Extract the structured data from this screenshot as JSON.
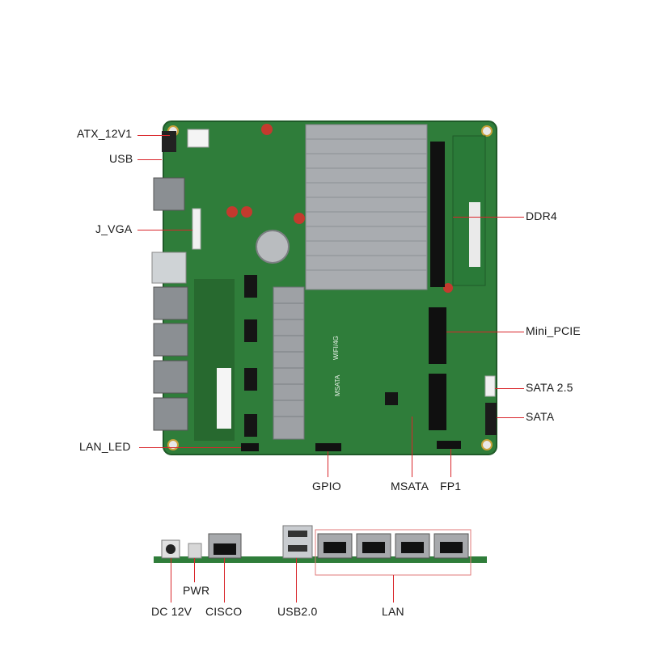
{
  "top_view": {
    "labels_left": {
      "atx_12v1": "ATX_12V1",
      "usb": "USB",
      "j_vga": "J_VGA",
      "lan_led": "LAN_LED"
    },
    "labels_right": {
      "ddr4": "DDR4",
      "mini_pcie": "Mini_PCIE",
      "sata_25": "SATA 2.5",
      "sata": "SATA"
    },
    "labels_bottom": {
      "gpio": "GPIO",
      "msata": "MSATA",
      "fp1": "FP1"
    },
    "board_silkscreen": {
      "wifi": "WIFI/4G",
      "msata_silk": "MSATA"
    }
  },
  "side_view": {
    "labels": {
      "pwr": "PWR",
      "dc_12v": "DC 12V",
      "cisco": "CISCO",
      "usb20": "USB2.0",
      "lan": "LAN"
    }
  },
  "colors": {
    "pcb": "#2f7d3a",
    "pcb_dark": "#1f5a28",
    "heatsink": "#a9acb0",
    "lead_line": "#d9262b",
    "lan_box": "#e07a7a"
  }
}
